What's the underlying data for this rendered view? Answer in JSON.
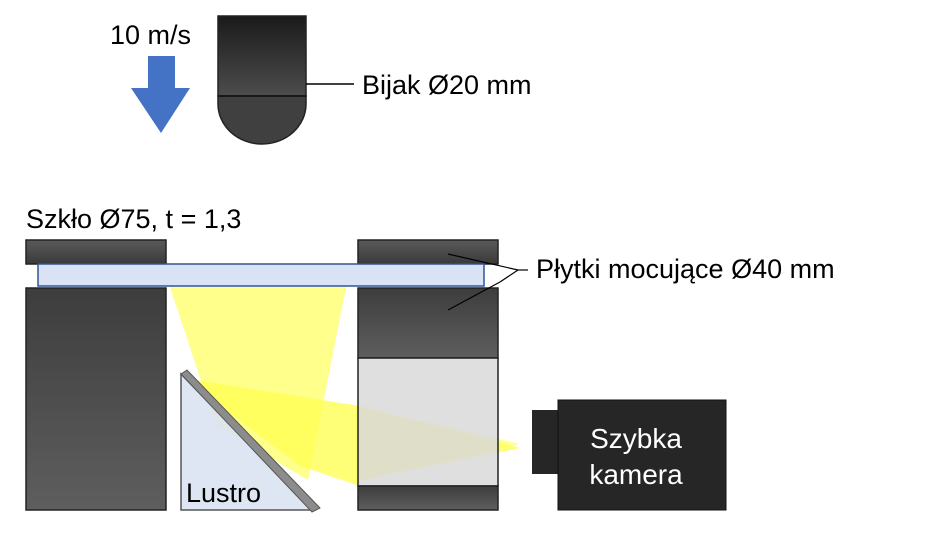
{
  "labels": {
    "speed": "10 m/s",
    "impactor": "Bijak Ø20 mm",
    "glass": "Szkło Ø75, t = 1,3",
    "plates": "Płytki mocujące Ø40 mm",
    "mirror": "Lustro",
    "camera_line1": "Szybka",
    "camera_line2": "kamera"
  },
  "colors": {
    "arrow": "#4472c4",
    "dark_block": "#4d4d4d",
    "light_block": "#d9d9d9",
    "glass_fill": "#dae3f3",
    "glass_stroke": "#2f5597",
    "light_beam": "#ffff66",
    "camera": "#262626",
    "camera_text": "#ffffff",
    "mirror_fill": "#dae3f3",
    "mirror_edge": "#8c8c8c"
  },
  "icons": {
    "speed_arrow": "arrow-down-icon"
  }
}
